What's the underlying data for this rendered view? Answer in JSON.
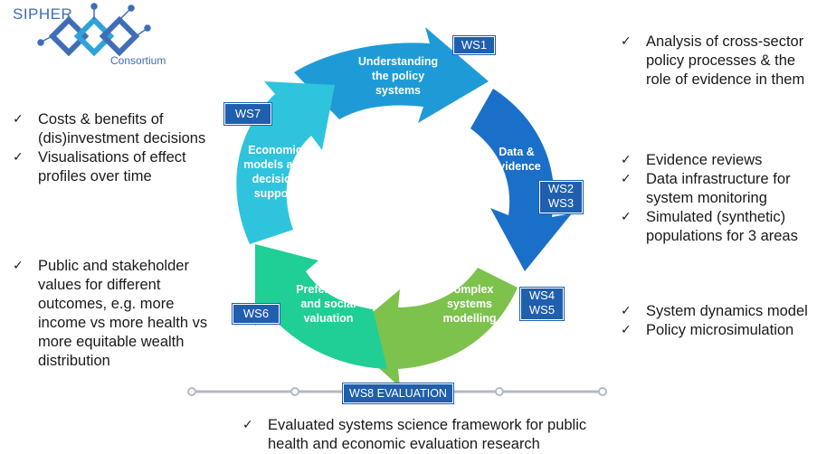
{
  "logo": {
    "name": "SIPHER",
    "subtitle": "Consortium"
  },
  "cycle": [
    {
      "id": "ws1",
      "label": "Understanding the policy systems",
      "tag": "WS1"
    },
    {
      "id": "ws2",
      "label": "Data & evidence",
      "tag": "WS2\nWS3"
    },
    {
      "id": "ws4",
      "label": "Complex systems modelling",
      "tag": "WS4\nWS5"
    },
    {
      "id": "ws6",
      "label": "Preferences and social valuation",
      "tag": "WS6"
    },
    {
      "id": "ws7",
      "label": "Economic models and decision support",
      "tag": "WS7"
    }
  ],
  "evaluation": {
    "label": "WS8 EVALUATION"
  },
  "right_top": [
    "Analysis of cross-sector policy processes & the role of evidence in them"
  ],
  "right_mid": [
    "Evidence reviews",
    "Data infrastructure for system monitoring",
    "Simulated (synthetic) populations for 3 areas"
  ],
  "right_bottom": [
    "System dynamics model",
    "Policy microsimulation"
  ],
  "left_top": [
    "Costs & benefits of (dis)investment decisions",
    "Visualisations of effect profiles over time"
  ],
  "left_bottom": [
    "Public and stakeholder values for different outcomes, e.g. more income vs more health vs more equitable wealth distribution"
  ],
  "bottom": [
    "Evaluated systems science framework for public health and economic evaluation research"
  ],
  "colors": {
    "ws1": "#1e9bd7",
    "ws2": "#1a6fc9",
    "ws4": "#7cc24d",
    "ws6": "#1fcf95",
    "ws7": "#2fc4dd",
    "tag": "#1f5fae"
  }
}
